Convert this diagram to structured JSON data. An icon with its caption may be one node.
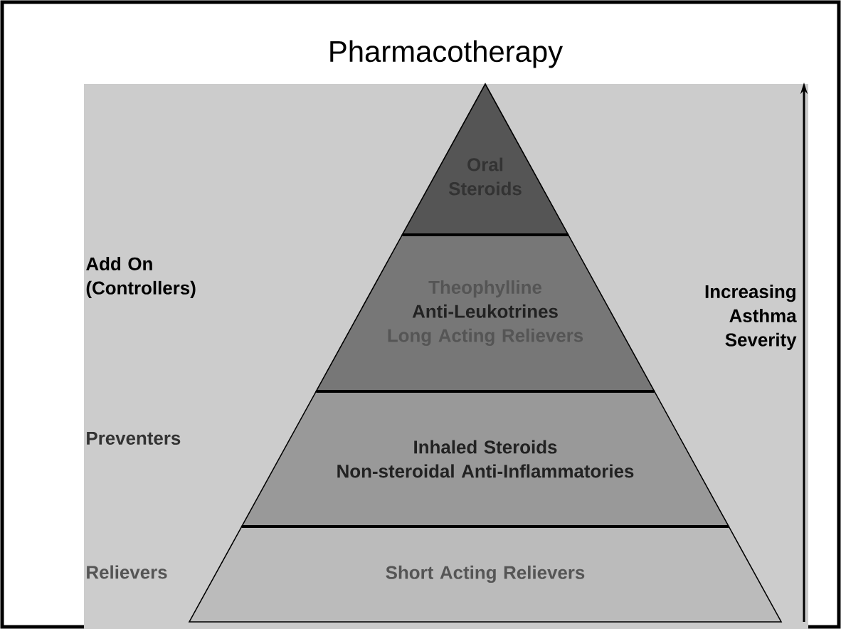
{
  "diagram": {
    "title": "Pharmacotherapy",
    "nodes": [
      {
        "text": [
          "Oral Steroids"
        ]
      },
      {
        "text": [
          "Theophylline",
          "Anti-Leukotrines",
          "Long Acting Relievers"
        ]
      },
      {
        "text": [
          "Inhaled Steroids",
          "Non-steroidal Anti-Inflammatories"
        ]
      },
      {
        "text": [
          "Short Acting Relievers"
        ]
      }
    ],
    "labels": [
      "Add On (Controllers)",
      "Increasing Asthma Severity",
      "Preventers",
      "Relievers"
    ]
  }
}
